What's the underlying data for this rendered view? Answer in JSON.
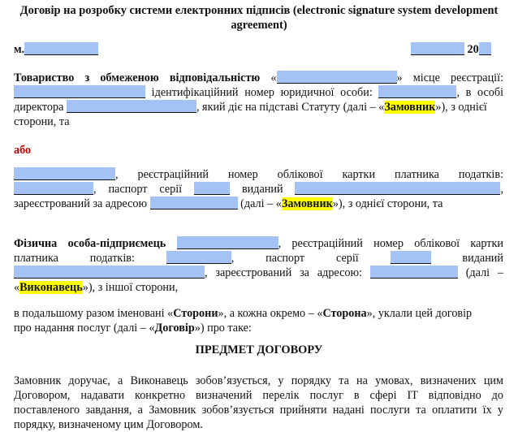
{
  "document": {
    "title_line1": "Договір на розробку системи електронних підписів (electronic signature system development",
    "title_line2": "agreement)",
    "city_prefix": "м.",
    "year_prefix": "20",
    "field_color": "#a4c2f4",
    "highlight_color": "#ffff00",
    "accent_red": "#cc0000",
    "llc_block": {
      "l1_a": "Товариство з обмеженою відповідальністю",
      "l1_q_open": "«",
      "l1_q_close": "»",
      "l1_b": "місце реєстрації:",
      "l2_a": "ідентифікаційний номер юридичної особи:",
      "l2_b": ", в особі",
      "l3_a": "директора",
      "l3_b": ", який діє на підставі Статуту (далі – «",
      "l3_hl": "Замовник",
      "l3_c": "»), з однієї",
      "l4": "сторони, та"
    },
    "or_label": "або",
    "individual_block": {
      "l1_a": ",",
      "l1_b": "реєстраційний номер облікової",
      "l1_c": "картки",
      "l1_d": "платника податків:",
      "l2_a": ",",
      "l2_b": "паспорт",
      "l2_c": "серії",
      "l2_d": "виданий",
      "l2_e": ",",
      "l3_a": "зареєстрований за адресою",
      "l3_b": "(далі – «",
      "l3_hl": "Замовник",
      "l3_c": "»), з однієї сторони, та"
    },
    "fop_block": {
      "l1_a": "Фізична",
      "l1_b": "особа-підприємець",
      "l1_c": ",",
      "l1_d": "реєстраційний номер облікової",
      "l1_e": "картки",
      "l2_a": "платника податків:",
      "l2_b": ",",
      "l2_c": "паспорт",
      "l2_d": "серії",
      "l2_e": "виданий",
      "l3_a": ",",
      "l3_b": "зареєстрований",
      "l3_c": "за",
      "l3_d": "адресою:",
      "l3_e": "(далі",
      "l3_f": "–",
      "l4_a": "«",
      "l4_hl": "Виконавець",
      "l4_b": "»), з іншої сторони,"
    },
    "parties": {
      "l1_a": "в подальшому разом іменовані «",
      "l1_b1": "Сторони",
      "l1_c": "», а кожна окремо – «",
      "l1_b2": "Сторона",
      "l1_d": "», уклали цей договір",
      "l2_a": "про надання послуг (далі – «",
      "l2_b": "Договір",
      "l2_c": "») про таке:"
    },
    "section_heading": "ПРЕДМЕТ ДОГОВОРУ",
    "subject": {
      "l1": "Замовник доручає, а Виконавець зобов’язується, у порядку та на умовах, визначених цим",
      "l2": "Договором, надавати конкретно визначений перелік послуг в сфері IT відповідно до",
      "l3": "поставленого завдання, а Замовник зобов’язується прийняти надані послуги та оплатити їх у",
      "l4": "порядку, визначеному цим Договором."
    }
  }
}
